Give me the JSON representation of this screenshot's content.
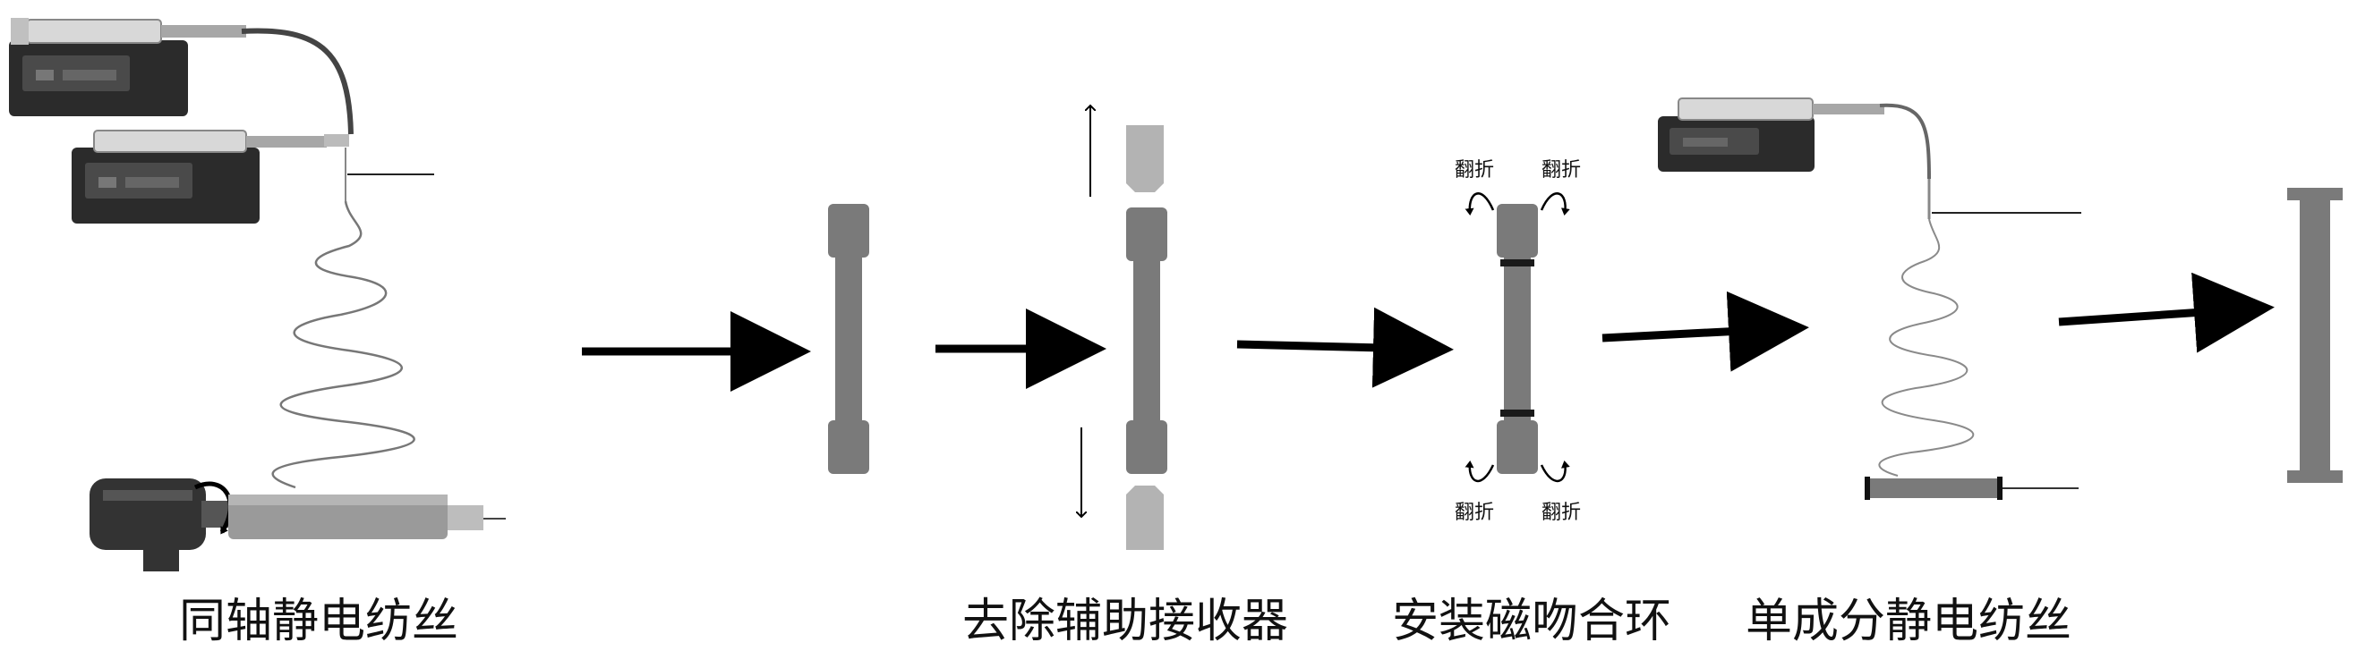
{
  "steps": [
    {
      "label": "同轴静电纺丝"
    },
    {
      "label": "去除辅助接收器"
    },
    {
      "label": "安装磁吻合环"
    },
    {
      "label": "单成分静电纺丝"
    }
  ],
  "fold_label": "翻折",
  "colors": {
    "pump_body": "#2b2b2b",
    "pump_face": "#4a4a4a",
    "syringe": "#d8d8d8",
    "graft": "#7a7a7a",
    "receiver": "#b3b3b3",
    "ring": "#1a1a1a",
    "arrow": "#000000",
    "motor": "#333333",
    "mandrel": "#9a9a9a"
  }
}
